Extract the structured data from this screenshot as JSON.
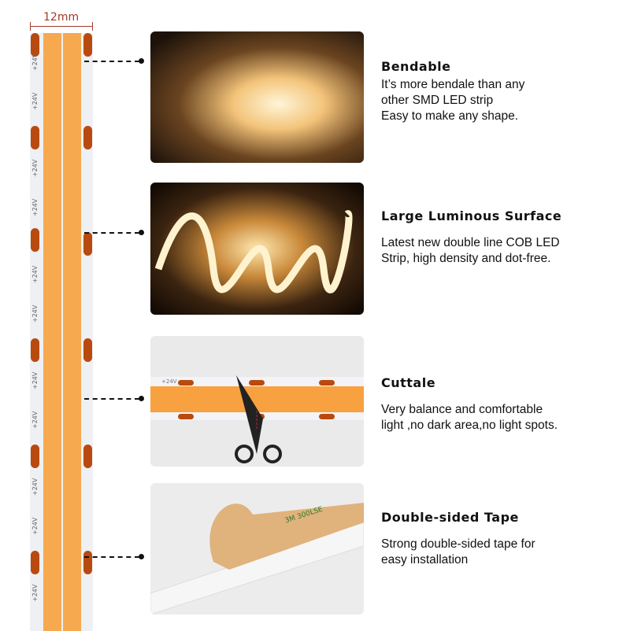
{
  "dimension": {
    "label": "12mm"
  },
  "strip": {
    "voltage_label": "+24V",
    "color": "#f7a94f",
    "pad_color": "#b84a10"
  },
  "features": [
    {
      "title": "Bendable",
      "description": "It’s more  bendale than any\nother SMD  LED strip\nEasy to make any shape."
    },
    {
      "title": "Large Luminous Surface",
      "description": "Latest new double line COB LED\nStrip, high density and dot-free."
    },
    {
      "title": "Cuttale",
      "description": "Very balance and comfortable\nlight ,no dark area,no light spots."
    },
    {
      "title": "Double-sided Tape",
      "description": "Strong double-sided tape for\neasy installation"
    }
  ],
  "tape_print": "3M 300LSE"
}
